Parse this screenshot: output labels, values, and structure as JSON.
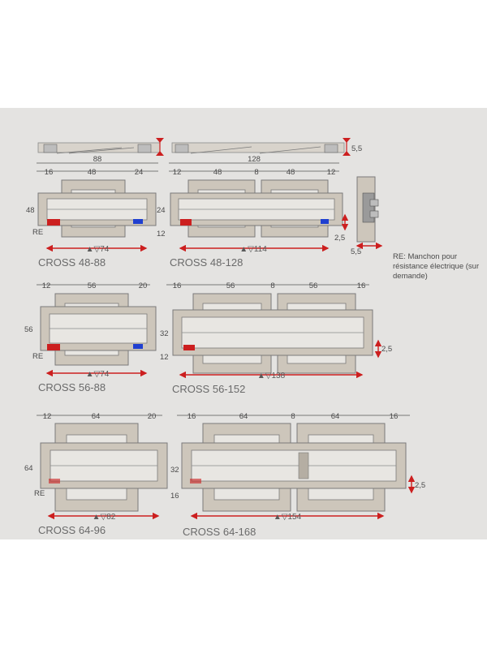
{
  "note": "RE: Manchon pour résistance électrique (sur demande)",
  "colors": {
    "background": "#e4e3e1",
    "frame": "#cdc6bb",
    "red_dim": "#cc1f1f",
    "blue_dot": "#1f3fd0"
  },
  "models": [
    {
      "title": "CROSS 48-88",
      "total": "88",
      "segments": [
        "16",
        "48",
        "24"
      ],
      "height": "48",
      "inner": "24",
      "bottom": "12",
      "re": "RE",
      "span": "▲▽74"
    },
    {
      "title": "CROSS 48-128",
      "total": "128",
      "segments": [
        "12",
        "48",
        "8",
        "48",
        "12"
      ],
      "span": "▲▽114",
      "offset": "5,5",
      "pipe": "2,5",
      "depth": "5,5"
    },
    {
      "title": "CROSS 56-88",
      "segments": [
        "12",
        "56",
        "20"
      ],
      "height": "56",
      "re": "RE",
      "span": "▲▽74"
    },
    {
      "title": "CROSS 56-152",
      "segments": [
        "16",
        "56",
        "8",
        "56",
        "16"
      ],
      "inner": "32",
      "bottom": "12",
      "pipe": "2,5",
      "span": "▲▽138"
    },
    {
      "title": "CROSS 64-96",
      "segments": [
        "12",
        "64",
        "20"
      ],
      "height": "64",
      "re": "RE",
      "span": "▲▽82"
    },
    {
      "title": "CROSS 64-168",
      "segments": [
        "16",
        "64",
        "8",
        "64",
        "16"
      ],
      "inner": "32",
      "bottom": "16",
      "pipe": "2,5",
      "span": "▲▽154"
    }
  ]
}
